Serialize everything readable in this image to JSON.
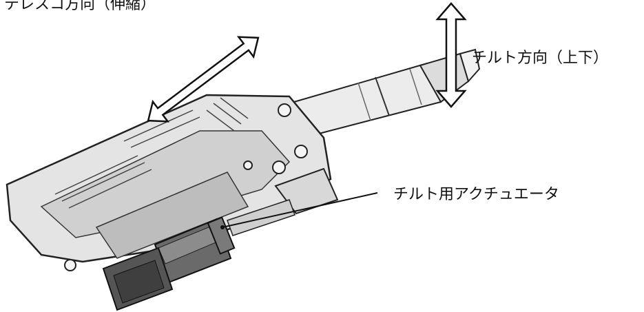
{
  "labels": {
    "telescope_direction": "テレスコ方向（伸縮）",
    "tilt_direction": "チルト方向（上下）",
    "tilt_actuator": "チルト用アクチュエータ"
  },
  "colors": {
    "line": "#111111",
    "body_light": "#e6e6e6",
    "body_mid": "#c4c4c4",
    "body_dark": "#7a7a7a",
    "actuator_dark": "#4a4a4a"
  },
  "icons": {
    "telescope_arrow": "double-arrow-diagonal",
    "tilt_arrow": "double-arrow-vertical"
  }
}
